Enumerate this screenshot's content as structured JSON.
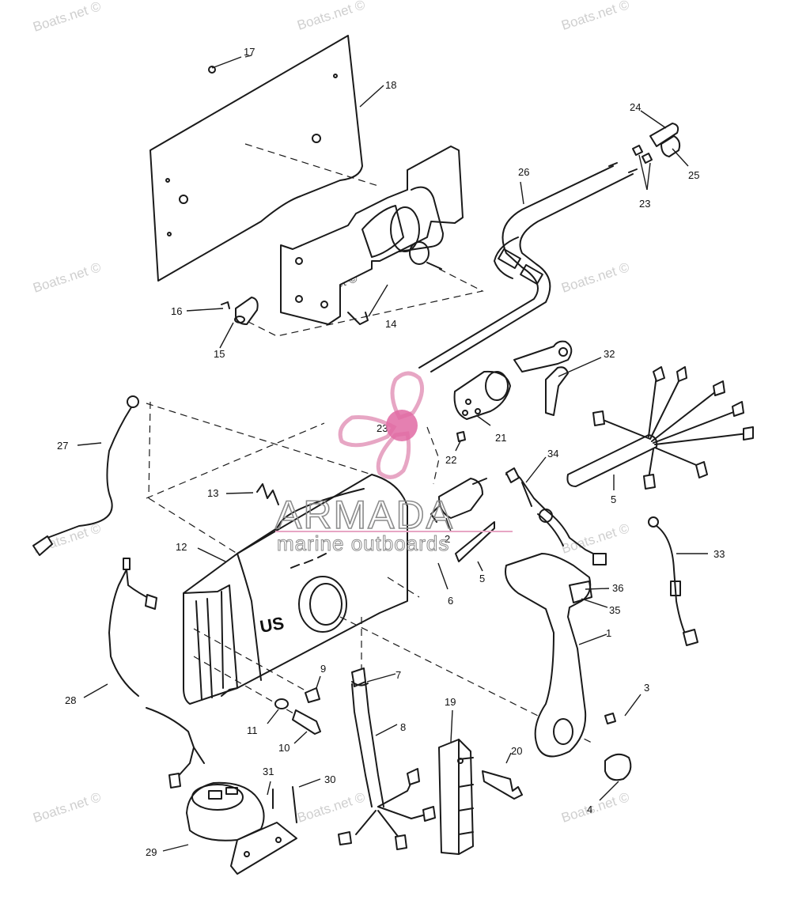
{
  "watermark": {
    "text": "Boats.net ©"
  },
  "brand": {
    "name": "ARMADA",
    "tagline": "marine outboards",
    "logo_color": "#e7a6c4",
    "logo_dark": "#e06aa3",
    "text_color": "#8c8c8c"
  },
  "housing_mark": "US",
  "callouts": [
    "17",
    "18",
    "24",
    "26",
    "25",
    "23",
    "16",
    "14",
    "15",
    "32",
    "27",
    "23",
    "21",
    "22",
    "13",
    "34",
    "5",
    "12",
    "2",
    "33",
    "5",
    "6",
    "36",
    "35",
    "1",
    "7",
    "9",
    "3",
    "28",
    "11",
    "19",
    "8",
    "10",
    "20",
    "31",
    "30",
    "4",
    "29"
  ]
}
